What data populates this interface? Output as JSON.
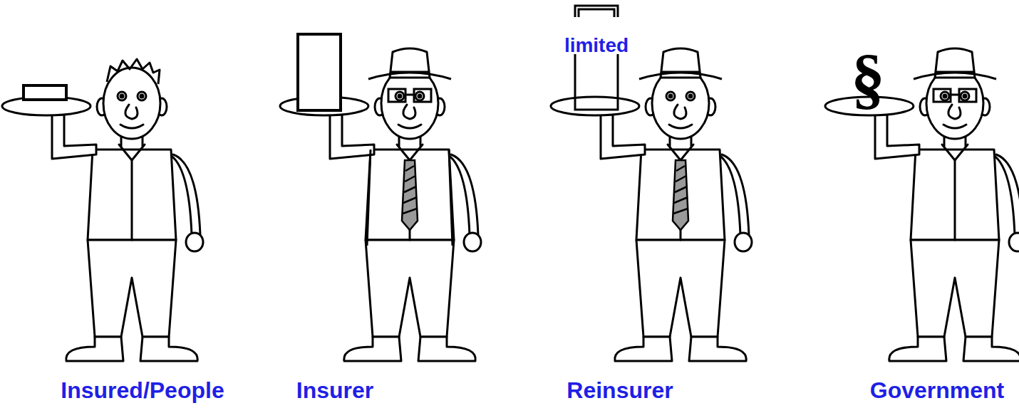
{
  "diagram": {
    "nodes": [
      {
        "text": [
          "limited"
        ]
      }
    ],
    "labels": [
      "§",
      "Insured/People",
      "Insurer",
      "Reinsurer",
      "Government"
    ]
  }
}
